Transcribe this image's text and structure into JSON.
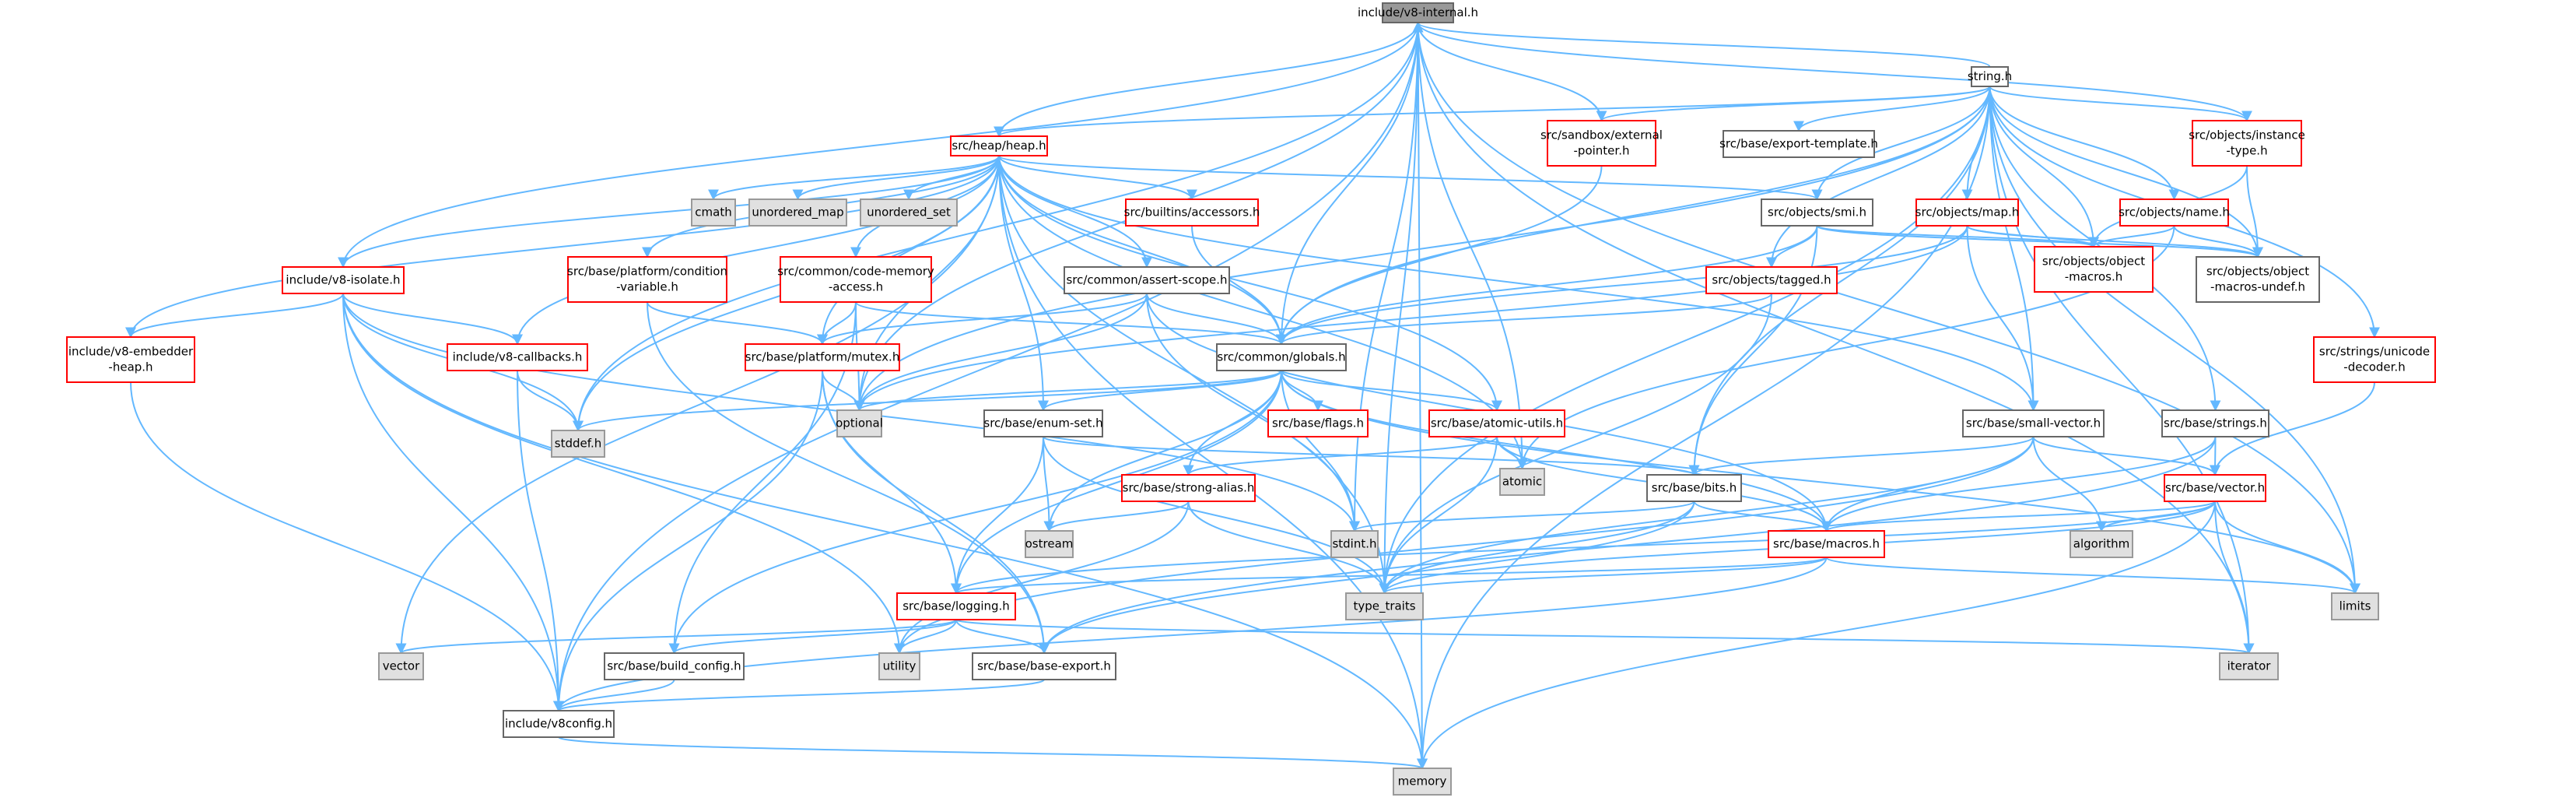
{
  "colors": {
    "edge": "#63b8ff",
    "node_default_fill": "#ffffff",
    "node_default_border": "#666666",
    "node_incomplete_border": "#ff0000",
    "node_system_fill": "#e0e0e0",
    "node_system_border": "#999999",
    "node_root_fill": "#999999",
    "node_root_border": "#666666"
  },
  "nodes": [
    {
      "id": "v8internal",
      "lines": [
        "include/v8-internal.h"
      ],
      "style": "root"
    },
    {
      "id": "string",
      "lines": [
        "string.h"
      ],
      "style": "default"
    },
    {
      "id": "heap",
      "lines": [
        "src/heap/heap.h"
      ],
      "style": "incomplete"
    },
    {
      "id": "sandbox",
      "lines": [
        "src/sandbox/external",
        "-pointer.h"
      ],
      "style": "incomplete"
    },
    {
      "id": "exporttemplate",
      "lines": [
        "src/base/export-template.h"
      ],
      "style": "default"
    },
    {
      "id": "instancetype",
      "lines": [
        "src/objects/instance",
        "-type.h"
      ],
      "style": "incomplete"
    },
    {
      "id": "cmath",
      "lines": [
        "cmath"
      ],
      "style": "system"
    },
    {
      "id": "unordered_map",
      "lines": [
        "unordered_map"
      ],
      "style": "system"
    },
    {
      "id": "unordered_set",
      "lines": [
        "unordered_set"
      ],
      "style": "system"
    },
    {
      "id": "accessors",
      "lines": [
        "src/builtins/accessors.h"
      ],
      "style": "incomplete"
    },
    {
      "id": "smi",
      "lines": [
        "src/objects/smi.h"
      ],
      "style": "default"
    },
    {
      "id": "map",
      "lines": [
        "src/objects/map.h"
      ],
      "style": "incomplete"
    },
    {
      "id": "name",
      "lines": [
        "src/objects/name.h"
      ],
      "style": "incomplete"
    },
    {
      "id": "isolate",
      "lines": [
        "include/v8-isolate.h"
      ],
      "style": "incomplete"
    },
    {
      "id": "condvar",
      "lines": [
        "src/base/platform/condition",
        "-variable.h"
      ],
      "style": "incomplete"
    },
    {
      "id": "codememory",
      "lines": [
        "src/common/code-memory",
        "-access.h"
      ],
      "style": "incomplete"
    },
    {
      "id": "assertscope",
      "lines": [
        "src/common/assert-scope.h"
      ],
      "style": "default"
    },
    {
      "id": "tagged",
      "lines": [
        "src/objects/tagged.h"
      ],
      "style": "incomplete"
    },
    {
      "id": "objmacros",
      "lines": [
        "src/objects/object",
        "-macros.h"
      ],
      "style": "incomplete"
    },
    {
      "id": "objmacrosundef",
      "lines": [
        "src/objects/object",
        "-macros-undef.h"
      ],
      "style": "default"
    },
    {
      "id": "unicodedecoder",
      "lines": [
        "src/strings/unicode",
        "-decoder.h"
      ],
      "style": "incomplete"
    },
    {
      "id": "embedderheap",
      "lines": [
        "include/v8-embedder",
        "-heap.h"
      ],
      "style": "incomplete"
    },
    {
      "id": "callbacks",
      "lines": [
        "include/v8-callbacks.h"
      ],
      "style": "incomplete"
    },
    {
      "id": "mutex",
      "lines": [
        "src/base/platform/mutex.h"
      ],
      "style": "incomplete"
    },
    {
      "id": "globals",
      "lines": [
        "src/common/globals.h"
      ],
      "style": "default"
    },
    {
      "id": "stddef",
      "lines": [
        "stddef.h"
      ],
      "style": "system"
    },
    {
      "id": "optional",
      "lines": [
        "optional"
      ],
      "style": "system"
    },
    {
      "id": "enumset",
      "lines": [
        "src/base/enum-set.h"
      ],
      "style": "default"
    },
    {
      "id": "flags",
      "lines": [
        "src/base/flags.h"
      ],
      "style": "incomplete"
    },
    {
      "id": "atomicutils",
      "lines": [
        "src/base/atomic-utils.h"
      ],
      "style": "incomplete"
    },
    {
      "id": "smallvector",
      "lines": [
        "src/base/small-vector.h"
      ],
      "style": "default"
    },
    {
      "id": "strings",
      "lines": [
        "src/base/strings.h"
      ],
      "style": "default"
    },
    {
      "id": "atomic",
      "lines": [
        "atomic"
      ],
      "style": "system"
    },
    {
      "id": "strongalias",
      "lines": [
        "src/base/strong-alias.h"
      ],
      "style": "incomplete"
    },
    {
      "id": "bits",
      "lines": [
        "src/base/bits.h"
      ],
      "style": "default"
    },
    {
      "id": "vectorh",
      "lines": [
        "src/base/vector.h"
      ],
      "style": "incomplete"
    },
    {
      "id": "ostream",
      "lines": [
        "ostream"
      ],
      "style": "system"
    },
    {
      "id": "stdint",
      "lines": [
        "stdint.h"
      ],
      "style": "system"
    },
    {
      "id": "algorithm",
      "lines": [
        "algorithm"
      ],
      "style": "system"
    },
    {
      "id": "macros",
      "lines": [
        "src/base/macros.h"
      ],
      "style": "incomplete"
    },
    {
      "id": "logging",
      "lines": [
        "src/base/logging.h"
      ],
      "style": "incomplete"
    },
    {
      "id": "typetraits",
      "lines": [
        "type_traits"
      ],
      "style": "system"
    },
    {
      "id": "limits",
      "lines": [
        "limits"
      ],
      "style": "system"
    },
    {
      "id": "vector",
      "lines": [
        "vector"
      ],
      "style": "system"
    },
    {
      "id": "utility",
      "lines": [
        "utility"
      ],
      "style": "system"
    },
    {
      "id": "buildconfig",
      "lines": [
        "src/base/build_config.h"
      ],
      "style": "default"
    },
    {
      "id": "baseexport",
      "lines": [
        "src/base/base-export.h"
      ],
      "style": "default"
    },
    {
      "id": "iterator",
      "lines": [
        "iterator"
      ],
      "style": "system"
    },
    {
      "id": "v8config",
      "lines": [
        "include/v8config.h"
      ],
      "style": "default"
    },
    {
      "id": "memory",
      "lines": [
        "memory"
      ],
      "style": "system"
    }
  ]
}
